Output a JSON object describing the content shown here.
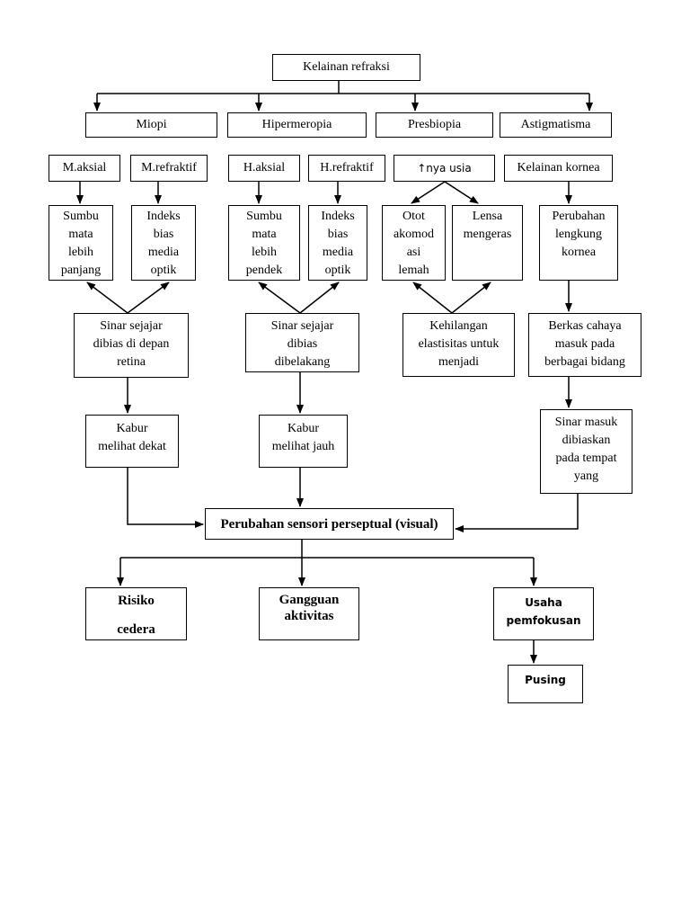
{
  "nodes": {
    "root": "Kelainan refraksi",
    "miopi": "Miopi",
    "hipermeropia": "Hipermeropia",
    "presbiopia": "Presbiopia",
    "astigmatisma": "Astigmatisma",
    "m_aksial": "M.aksial",
    "m_refraktif": "M.refraktif",
    "h_aksial": "H.aksial",
    "h_refraktif": "H.refraktif",
    "usia": "↑nya usia",
    "kornea": "Kelainan kornea",
    "sumbu_panjang": [
      "Sumbu",
      "mata",
      "lebih",
      "panjang"
    ],
    "indeks_m": [
      "Indeks",
      "bias",
      "media",
      "optik"
    ],
    "sumbu_pendek": [
      "Sumbu",
      "mata",
      "lebih",
      "pendek"
    ],
    "indeks_h": [
      "Indeks",
      "bias",
      "media",
      "optik"
    ],
    "otot": [
      "Otot",
      "akomod",
      "asi",
      "lemah"
    ],
    "lensa": [
      "Lensa",
      "mengeras"
    ],
    "perubahan_lengkung": [
      "Perubahan",
      "lengkung",
      "kornea"
    ],
    "sinar_depan": [
      "Sinar sejajar",
      "dibias di depan",
      "retina"
    ],
    "sinar_belakang": [
      "Sinar sejajar",
      "dibias",
      "dibelakang"
    ],
    "kehilangan": [
      "Kehilangan",
      "elastisitas untuk",
      "menjadi"
    ],
    "berkas": [
      "Berkas cahaya",
      "masuk pada",
      "berbagai bidang"
    ],
    "kabur_dekat": [
      "Kabur",
      "melihat dekat"
    ],
    "kabur_jauh": [
      "Kabur",
      "melihat jauh"
    ],
    "sinar_masuk": [
      "Sinar masuk",
      "dibiaskan",
      "pada tempat",
      "yang"
    ],
    "perubahan_sensori": "Perubahan sensori perseptual (visual)",
    "risiko": [
      "Risiko",
      "cedera"
    ],
    "gangguan": [
      "Gangguan",
      "aktivitas"
    ],
    "usaha": [
      "Usaha",
      "pemfokusan"
    ],
    "pusing": "Pusing"
  },
  "colors": {
    "stroke": "#000000",
    "background": "#ffffff"
  }
}
